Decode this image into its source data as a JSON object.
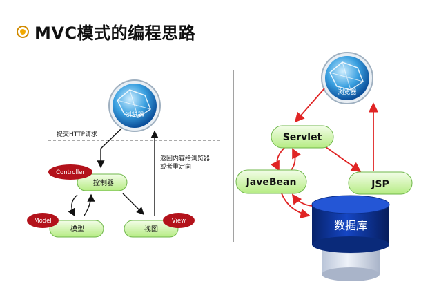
{
  "slide": {
    "title": "MVC模式的编程思路"
  },
  "left_diagram": {
    "browser_label": "浏览器",
    "request_label": "提交HTTP请求",
    "return_label_line1": "返回内容给浏览器",
    "return_label_line2": "或者重定向",
    "controller_node": "控制器",
    "controller_tag": "Controller",
    "model_node": "模型",
    "model_tag": "Model",
    "view_node": "视图",
    "view_tag": "View"
  },
  "right_diagram": {
    "browser_label": "浏览器",
    "servlet_node": "Servlet",
    "javabean_node": "JaveBean",
    "jsp_node": "JSP",
    "database_label": "数据库"
  },
  "colors": {
    "accent_bullet": "#f2a900",
    "node_green": "#d8f5b8",
    "tag_red": "#b3121b",
    "arrow_red": "#e02424",
    "database_blue": "#0b2f8a"
  }
}
